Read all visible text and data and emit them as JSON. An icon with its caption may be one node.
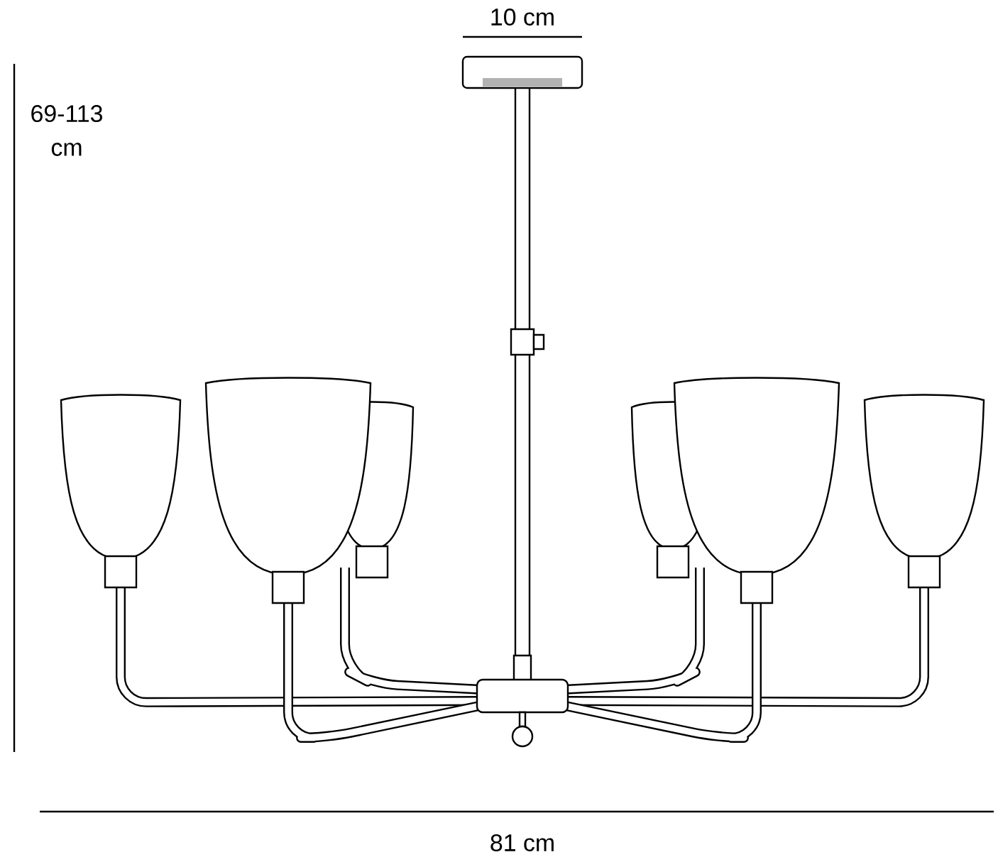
{
  "diagram": {
    "labels": [
      "10 cm",
      "69-113 cm",
      "81 cm"
    ]
  }
}
